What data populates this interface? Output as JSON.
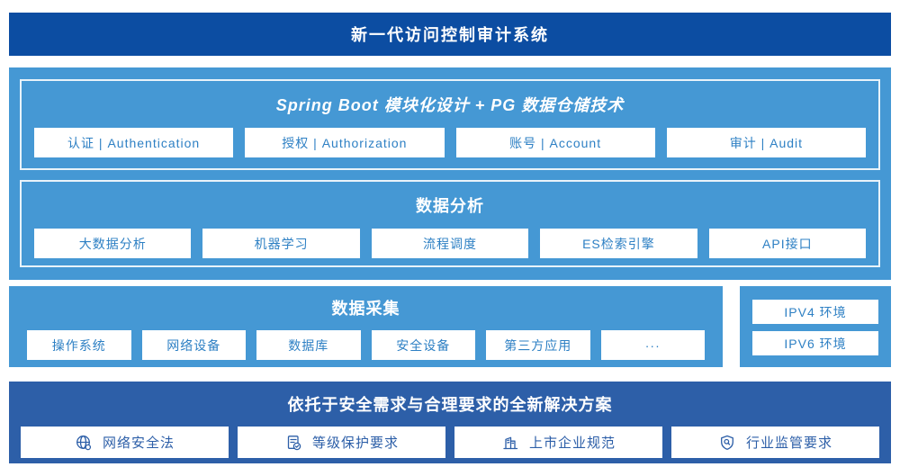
{
  "colors": {
    "banner_blue": "#0c4da2",
    "panel_blue": "#4598d4",
    "footer_blue": "#2d5fa8",
    "box_text_blue": "#2e80c4"
  },
  "banner": {
    "title": "新一代访问控制审计系统"
  },
  "platform": {
    "modules": {
      "title": "Spring Boot 模块化设计 + PG 数据仓储技术",
      "items": [
        "认证 | Authentication",
        "授权 | Authorization",
        "账号 | Account",
        "审计 | Audit"
      ]
    },
    "analysis": {
      "title": "数据分析",
      "items": [
        "大数据分析",
        "机器学习",
        "流程调度",
        "ES检索引擎",
        "API接口"
      ]
    }
  },
  "collection": {
    "title": "数据采集",
    "items": [
      "操作系统",
      "网络设备",
      "数据库",
      "安全设备",
      "第三方应用",
      "···"
    ]
  },
  "environments": {
    "items": [
      "IPV4 环境",
      "IPV6 环境"
    ]
  },
  "solution": {
    "title": "依托于安全需求与合理要求的全新解决方案",
    "items": [
      {
        "icon": "globe-icon",
        "label": "网络安全法"
      },
      {
        "icon": "document-check-icon",
        "label": "等级保护要求"
      },
      {
        "icon": "building-icon",
        "label": "上市企业规范"
      },
      {
        "icon": "shield-search-icon",
        "label": "行业监管要求"
      }
    ]
  }
}
